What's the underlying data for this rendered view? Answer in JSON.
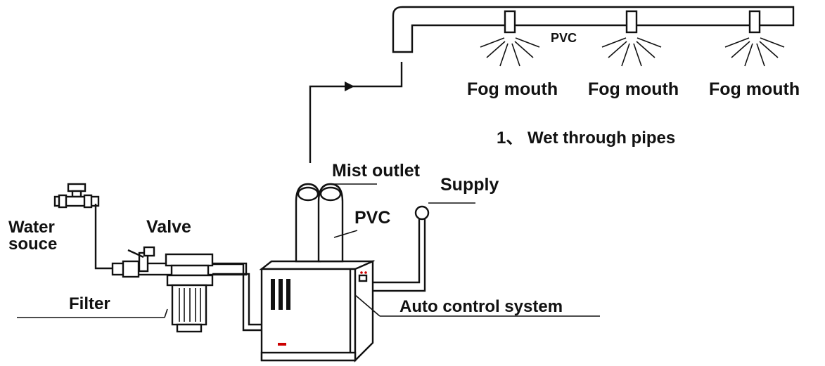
{
  "labels": {
    "pvc_top": "PVC",
    "fog_mouths": [
      "Fog mouth",
      "Fog mouth",
      "Fog mouth"
    ],
    "caption": "1、 Wet through pipes",
    "mist_outlet": "Mist outlet",
    "supply": "Supply",
    "pvc_side": "PVC",
    "water_source_line1": "Water",
    "water_source_line2": "souce",
    "valve": "Valve",
    "filter": "Filter",
    "auto_control": "Auto control system"
  },
  "icons": {
    "nozzle": "fog-nozzle-icon",
    "spray": "spray-lines-icon",
    "flow_arrow": "arrow-right-icon"
  }
}
